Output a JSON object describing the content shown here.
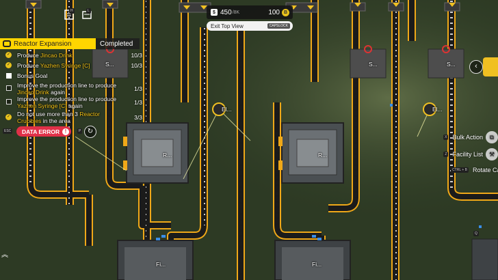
{
  "hud": {
    "resource_value": "450",
    "resource_unit": "/8K",
    "currency_value": "100",
    "exit_label": "Exit Top View",
    "exit_key": "CAPSLOCK"
  },
  "top_keys": {
    "h": "H",
    "l": "L"
  },
  "quest": {
    "title": "Reactor Expansion",
    "status": "Completed",
    "tasks": [
      {
        "pre": "Produce ",
        "item": "Jincao Drink",
        "post": "",
        "count": "10/3",
        "done": true
      },
      {
        "pre": "Produce ",
        "item": "Yazhen Syringe [C]",
        "post": "",
        "count": "10/3",
        "done": true
      },
      {
        "pre": "Bonus Goal",
        "item": "",
        "post": "",
        "count": "",
        "done": false,
        "header": true
      },
      {
        "pre": "Improve the production line to produce ",
        "item": "Jincao Drink",
        "post": " again",
        "count": "1/3",
        "done": false
      },
      {
        "pre": "Improve the production line to produce ",
        "item": "Yazhen Syringe [C]",
        "post": " again",
        "count": "1/3",
        "done": false
      },
      {
        "pre": "Do not use more than 3 ",
        "item": "Reactor Crucibles",
        "post": " in the area",
        "count": "3/3",
        "done": true
      }
    ]
  },
  "error": {
    "label": "DATA ERROR",
    "esc_key": "ESC",
    "p_key": "P"
  },
  "actions": [
    {
      "key": "X",
      "label": "Bulk Action"
    },
    {
      "key": "Z",
      "label": "Facility List"
    },
    {
      "key": "CTRL + B",
      "label": "Rotate Camera"
    }
  ],
  "facilities": {
    "s1": "S...",
    "s2": "S...",
    "s3": "S...",
    "el1": "El...",
    "el2": "El...",
    "r1": "R...",
    "r2": "R...",
    "fi1": "Fi...",
    "fi2": "Fi..."
  },
  "corner_key": "Q",
  "colors": {
    "belt": "#f0a818",
    "quest_bar": "#ffd500",
    "error": "#e03048",
    "ground": "#2d3a24"
  }
}
